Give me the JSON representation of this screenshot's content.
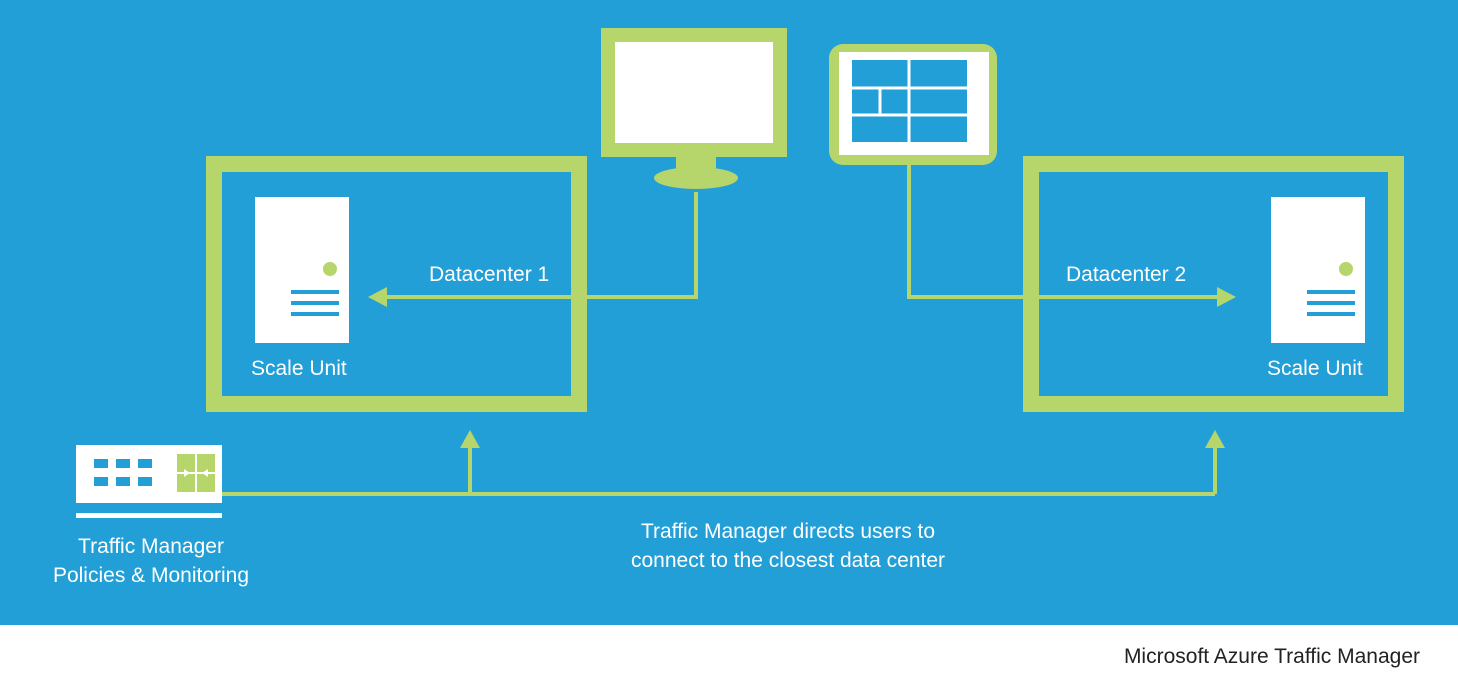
{
  "colors": {
    "background": "#229fd6",
    "accent_green": "#b6d56a",
    "server_white": "#ffffff",
    "server_lines": "#229fd6",
    "caption_text": "#222222"
  },
  "datacenters": [
    {
      "label": "Datacenter 1",
      "unit_label": "Scale Unit"
    },
    {
      "label": "Datacenter 2",
      "unit_label": "Scale Unit"
    }
  ],
  "clients": [
    {
      "icon": "desktop-monitor-icon"
    },
    {
      "icon": "tablet-icon"
    }
  ],
  "traffic_manager": {
    "icon": "traffic-manager-appliance-icon",
    "label_line1": "Traffic Manager",
    "label_line2": "Policies & Monitoring"
  },
  "description": {
    "line1": "Traffic Manager directs users to",
    "line2": "connect to the closest data center"
  },
  "caption": "Microsoft Azure Traffic Manager"
}
